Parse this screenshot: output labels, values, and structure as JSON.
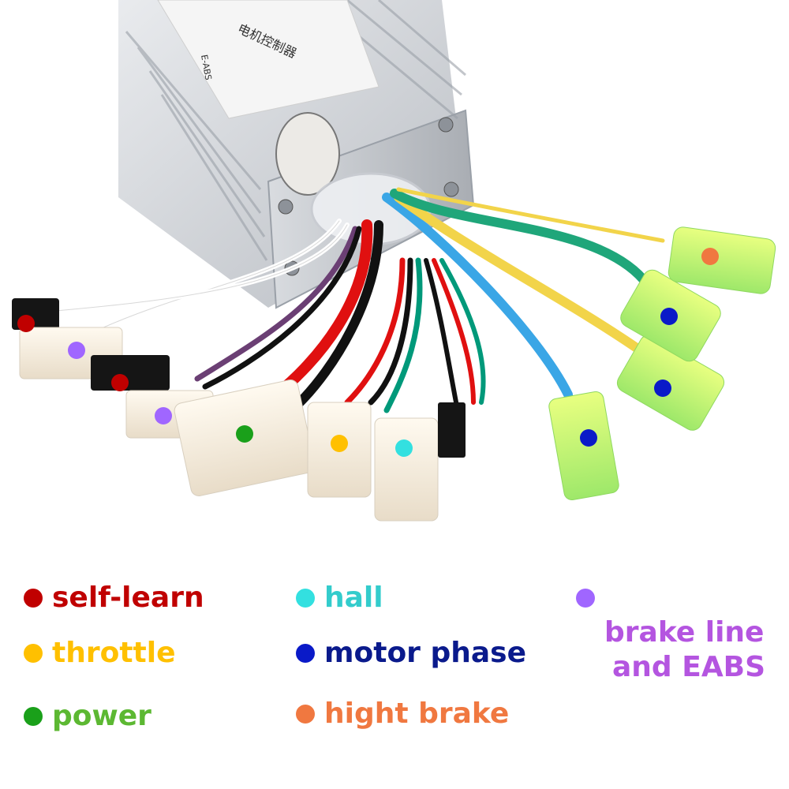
{
  "colors": {
    "self_learn": "#c00000",
    "throttle": "#ffc000",
    "power": "#1aa01a",
    "hall": "#33e0e0",
    "motor_phase": "#0a1ac8",
    "high_brake": "#f07840",
    "brake_eabs": "#a066ff"
  },
  "label": {
    "line1": "电机控制器",
    "line2": "E-ABS"
  },
  "legend": [
    {
      "key": "self_learn",
      "text": "self-learn",
      "dot": "#c00000",
      "fg": "#c00000"
    },
    {
      "key": "throttle",
      "text": "throttle",
      "dot": "#ffc000",
      "fg": "#ffc000"
    },
    {
      "key": "power",
      "text": "power",
      "dot": "#1aa01a",
      "fg": "#5cb832"
    },
    {
      "key": "hall",
      "text": "hall",
      "dot": "#33e0e0",
      "fg": "#33cccc"
    },
    {
      "key": "motor_phase",
      "text": "motor phase",
      "dot": "#0a1ac8",
      "fg": "#0a1a8c"
    },
    {
      "key": "high_brake",
      "text": "hight brake",
      "dot": "#f07840",
      "fg": "#f07840"
    },
    {
      "key": "brake_eabs",
      "text": "brake line",
      "text2": "and EABS",
      "dot": "#a066ff",
      "fg": "#b455e0"
    }
  ]
}
